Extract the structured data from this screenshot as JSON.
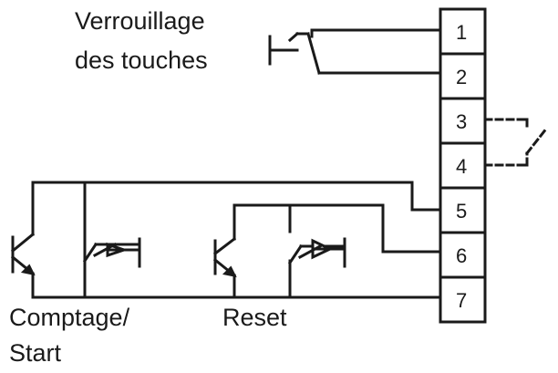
{
  "labels": {
    "key_lock_line1": "Verrouillage",
    "key_lock_line2": "des touches",
    "count_start_line1": "Comptage/",
    "count_start_line2": "Start",
    "reset": "Reset"
  },
  "terminals": [
    "1",
    "2",
    "3",
    "4",
    "5",
    "6",
    "7"
  ],
  "colors": {
    "ink": "#1a1a1a",
    "background": "#ffffff"
  }
}
